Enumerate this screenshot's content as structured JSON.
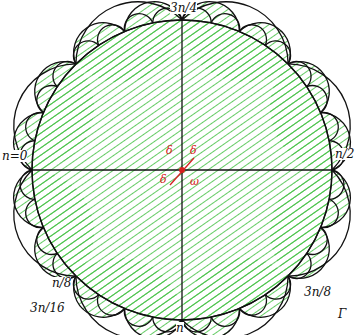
{
  "diagram": {
    "labels": [
      "3n/4",
      "n=0",
      "n/2",
      "n/8",
      "3n/16",
      "n",
      "3n/8",
      "Γ",
      "δ",
      "δ",
      "δ",
      "ω"
    ]
  }
}
